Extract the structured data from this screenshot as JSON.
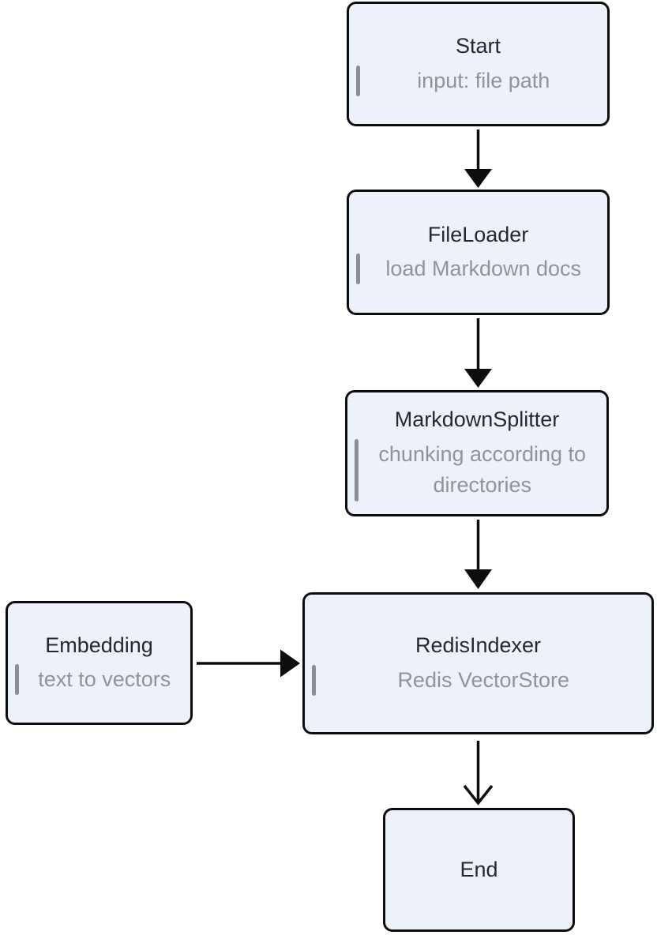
{
  "diagram": {
    "nodes": {
      "start": {
        "title": "Start",
        "subtitle": "input: file path"
      },
      "file_loader": {
        "title": "FileLoader",
        "subtitle": "load Markdown docs"
      },
      "markdown_splitter": {
        "title": "MarkdownSplitter",
        "subtitle": "chunking according to directories"
      },
      "embedding": {
        "title": "Embedding",
        "subtitle": "text to vectors"
      },
      "redis_indexer": {
        "title": "RedisIndexer",
        "subtitle": "Redis VectorStore"
      },
      "end": {
        "title": "End"
      }
    },
    "edges": [
      {
        "from": "start",
        "to": "file_loader",
        "arrowhead": "filled-triangle"
      },
      {
        "from": "file_loader",
        "to": "markdown_splitter",
        "arrowhead": "filled-triangle"
      },
      {
        "from": "markdown_splitter",
        "to": "redis_indexer",
        "arrowhead": "filled-triangle"
      },
      {
        "from": "embedding",
        "to": "redis_indexer",
        "arrowhead": "filled-triangle"
      },
      {
        "from": "redis_indexer",
        "to": "end",
        "arrowhead": "open-chevron"
      }
    ],
    "colors": {
      "background": "#FFFFFF",
      "node_fill": "#EDF1FA",
      "node_border": "#0D0D0D",
      "title_text": "#242833",
      "subtitle_text": "#8E939C",
      "marker_bar": "#898E97",
      "edge": "#0D0D0D"
    }
  }
}
